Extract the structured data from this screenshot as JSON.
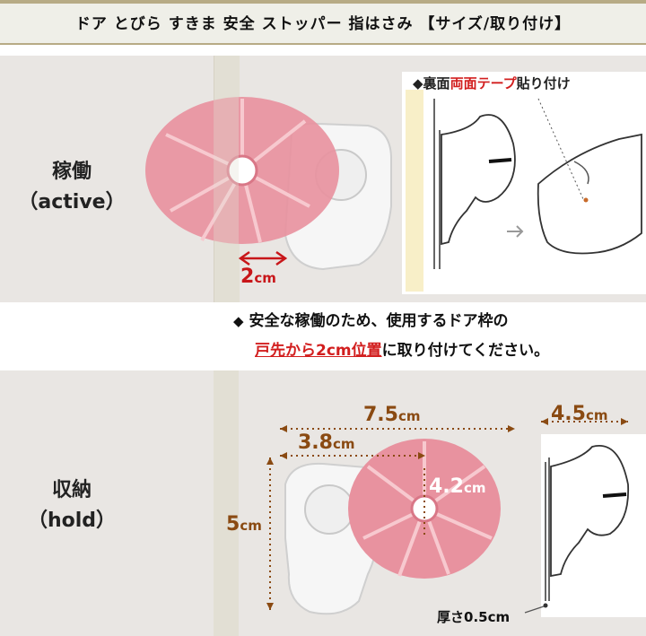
{
  "header": {
    "title": "ドア とびら すきま 安全 ストッパー 指はさみ 【サイズ/取り付け】"
  },
  "active": {
    "label_ja": "稼働",
    "label_en": "（active）",
    "gap_value": "2",
    "gap_unit": "cm",
    "inset_marker": "◆",
    "inset_caption_1": "裏面",
    "inset_caption_2": "両面テープ",
    "inset_caption_3": "貼り付け"
  },
  "note": {
    "marker": "◆",
    "line1": "安全な稼働のため、使用するドア枠の",
    "line2_red": "戸先から2cm位置",
    "line2_rest": "に取り付けてください。"
  },
  "hold": {
    "label_ja": "収納",
    "label_en": "（hold）",
    "width_total_value": "7.5",
    "width_total_unit": "cm",
    "width_part_value": "3.8",
    "width_part_unit": "cm",
    "height_value": "5",
    "height_unit": "cm",
    "disc_value": "4.2",
    "disc_unit": "cm",
    "depth_value": "4.5",
    "depth_unit": "cm",
    "thickness_prefix": "厚さ",
    "thickness_value": "0.5",
    "thickness_unit": "cm"
  },
  "colors": {
    "pink": "#e8929f",
    "pink_dark": "#d97787",
    "accent_red": "#d21e1e",
    "dim_brown": "#8a4a12",
    "gold": "#b7ab85"
  },
  "icons": [
    "diamond-icon",
    "double-arrow-icon",
    "dotted-arrow-icon"
  ]
}
